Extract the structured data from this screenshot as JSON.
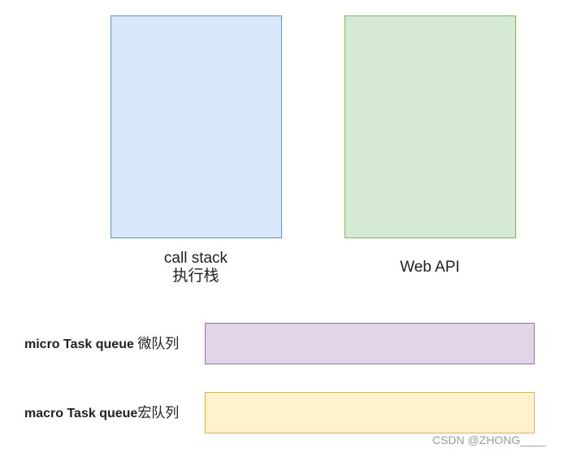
{
  "diagram": {
    "call_stack": {
      "label_en": "call stack",
      "label_zh": "执行栈",
      "fill": "#dae8fc",
      "stroke": "#6c8ebf"
    },
    "web_api": {
      "label": "Web API",
      "fill": "#d5e8d4",
      "stroke": "#82b366"
    },
    "micro_queue": {
      "label_en": "micro Task queue ",
      "label_zh": "微队列",
      "fill": "#e1d5e7",
      "stroke": "#9673a6"
    },
    "macro_queue": {
      "label_en": "macro Task queue",
      "label_zh": "宏队列",
      "fill": "#fff2cc",
      "stroke": "#d6b656"
    }
  },
  "watermark": "CSDN @ZHONG____"
}
